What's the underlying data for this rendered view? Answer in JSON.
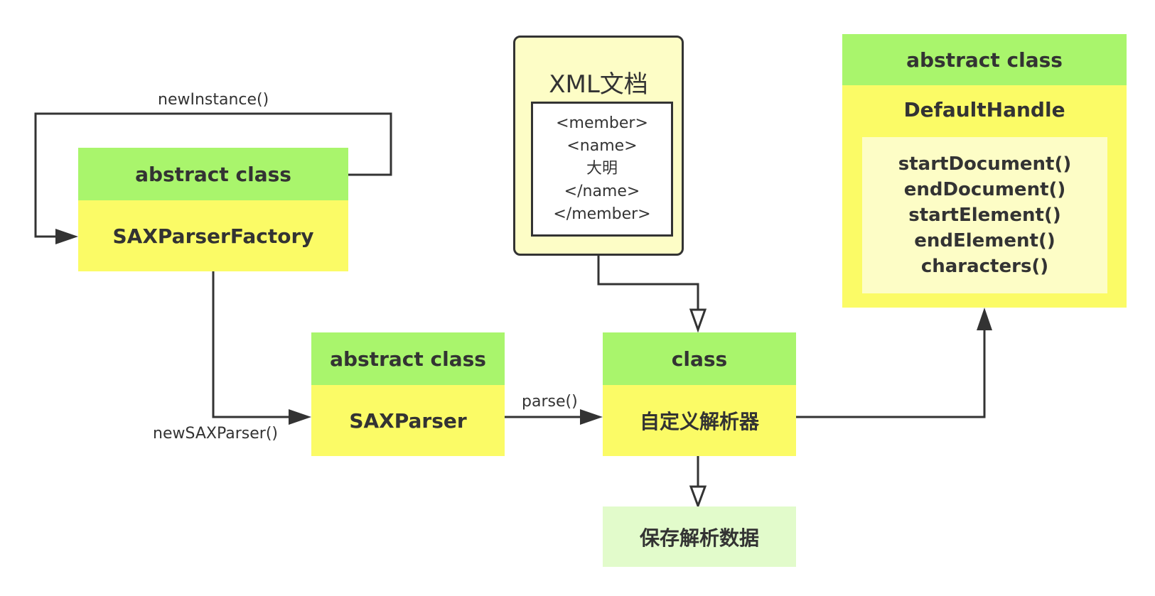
{
  "factory": {
    "stereotype": "abstract class",
    "name": "SAXParserFactory"
  },
  "parser": {
    "stereotype": "abstract class",
    "name": "SAXParser"
  },
  "custom_parser": {
    "stereotype": "class",
    "name": "自定义解析器"
  },
  "handler": {
    "stereotype": "abstract class",
    "name": "DefaultHandle",
    "methods": [
      "startDocument()",
      "endDocument()",
      "startElement()",
      "endElement()",
      "characters()"
    ]
  },
  "xml_doc": {
    "title": "XML文档",
    "lines": [
      "<member>",
      "<name>",
      "大明",
      "</name>",
      "</member>"
    ]
  },
  "save_data": {
    "label": "保存解析数据"
  },
  "edges": {
    "new_instance": "newInstance()",
    "new_sax_parser": "newSAXParser()",
    "parse": "parse()"
  },
  "colors": {
    "header": "#a9f56c",
    "body": "#fbfb66",
    "light_fill": "#fdfdc6",
    "save_fill": "#e2fbcb",
    "line": "#333333"
  }
}
